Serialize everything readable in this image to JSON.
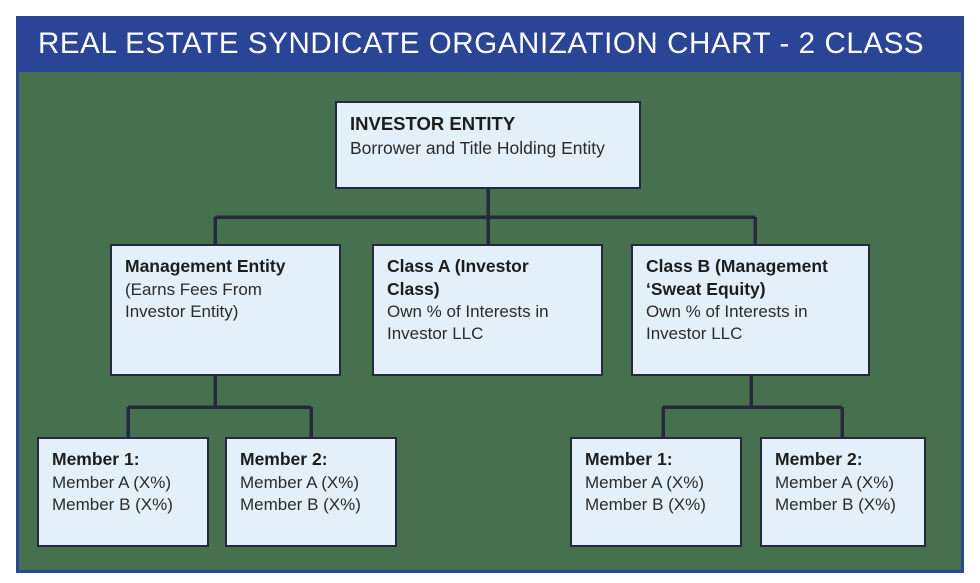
{
  "header": {
    "title": "REAL ESTATE SYNDICATE ORGANIZATION CHART - 2 CLASS",
    "bar_color": "#2a4496",
    "text_color": "#ffffff"
  },
  "theme": {
    "canvas_color": "#47704f",
    "frame_color": "#2b4896",
    "node_fill": "#e3f0fa",
    "node_border": "#26293d",
    "connector_color": "#26293d"
  },
  "chart": {
    "type": "organization-chart",
    "root": {
      "title": "INVESTOR ENTITY",
      "subtitle": "Borrower and Title Holding Entity"
    },
    "level2": [
      {
        "title": "Management Entity",
        "sub_line_1": "(Earns Fees From",
        "sub_line_2": "Investor Entity)"
      },
      {
        "title_line_1": "Class A (Investor",
        "title_line_2": "Class)",
        "sub_line_1": "Own % of Interests in",
        "sub_line_2": "Investor LLC"
      },
      {
        "title_line_1": "Class B (Management",
        "title_line_2": "‘Sweat Equity)",
        "sub_line_1": "Own % of Interests in",
        "sub_line_2": "Investor LLC"
      }
    ],
    "management_members": [
      {
        "title": "Member 1:",
        "sub_line_1": "Member A (X%)",
        "sub_line_2": "Member B (X%)"
      },
      {
        "title": "Member 2:",
        "sub_line_1": "Member A (X%)",
        "sub_line_2": "Member B (X%)"
      }
    ],
    "classb_members": [
      {
        "title": "Member 1:",
        "sub_line_1": "Member A (X%)",
        "sub_line_2": "Member B (X%)"
      },
      {
        "title": "Member 2:",
        "sub_line_1": "Member A (X%)",
        "sub_line_2": "Member B (X%)"
      }
    ]
  }
}
